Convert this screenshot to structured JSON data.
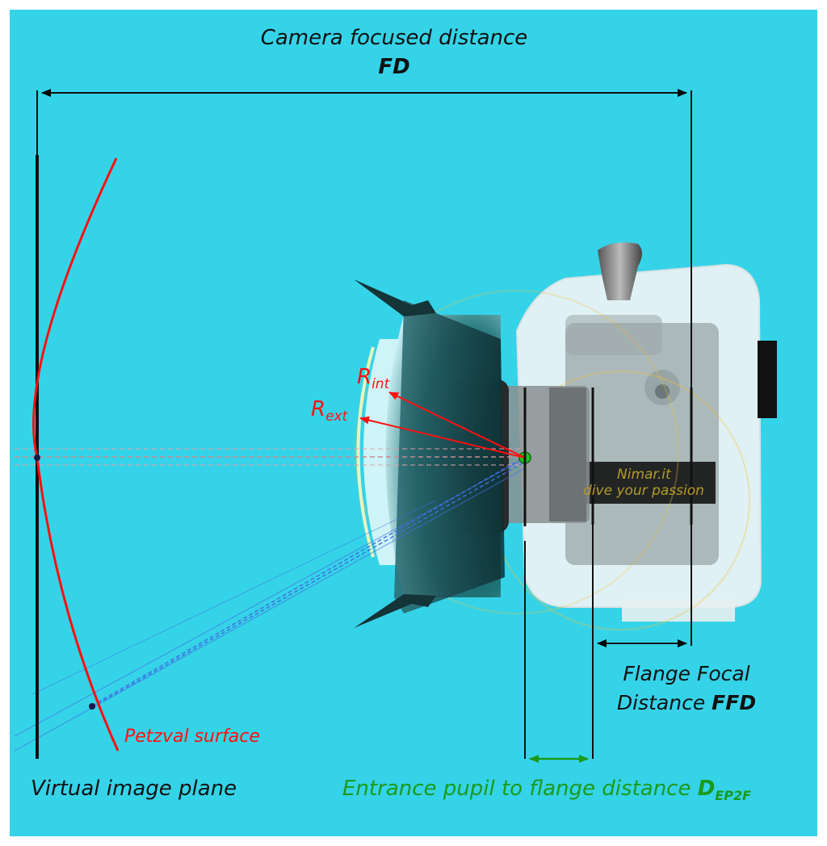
{
  "labels": {
    "focused_distance_title": "Camera focused distance",
    "focused_distance_symbol": "FD",
    "flange_line1": "Flange Focal",
    "flange_line2_prefix": "Distance",
    "flange_symbol": "FFD",
    "petzval": "Petzval surface",
    "virtual_plane": "Virtual image plane",
    "entrance_text": "Entrance pupil to flange distance",
    "entrance_symbol": "D",
    "entrance_subscript": "EP2F",
    "r_int_symbol": "R",
    "r_int_subscript": "int",
    "r_ext_symbol": "R",
    "r_ext_subscript": "ext"
  },
  "housing_branding": {
    "line1": "Nimar.it",
    "line2": "dive your passion"
  },
  "colors": {
    "background": "#35d3e8",
    "dimension_lines": "#000000",
    "petzval_curve": "#ff1010",
    "entrance_pupil": "#1b9a1b",
    "ray_lines": "#3f6fe0"
  }
}
